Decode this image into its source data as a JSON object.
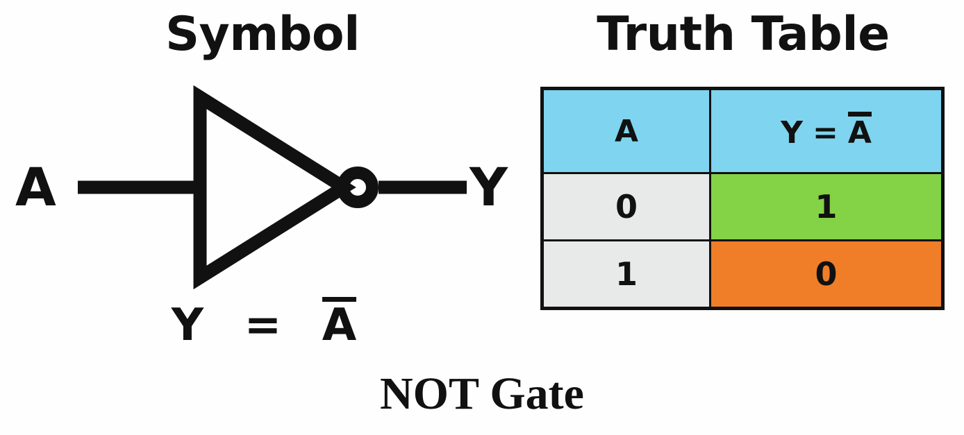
{
  "background_color": "#fefefe",
  "ink_color": "#111111",
  "titles": {
    "symbol": "Symbol",
    "truth_table": "Truth Table"
  },
  "symbol": {
    "input_label": "A",
    "output_label": "Y",
    "expression": {
      "lhs": "Y",
      "operator": "=",
      "operand": "A",
      "operand_overlined": true,
      "full_text": "Y = A̅"
    },
    "gate_shape": "triangle-with-inversion-bubble"
  },
  "truth_table": {
    "columns": [
      "A",
      "Y = A̅"
    ],
    "column_header_parts": [
      {
        "text": "A",
        "overline": false
      },
      {
        "lhs": "Y",
        "operator": "=",
        "operand": "A",
        "overline": true
      }
    ],
    "rows": [
      {
        "a": "0",
        "y": "1"
      },
      {
        "a": "1",
        "y": "0"
      }
    ],
    "colors": {
      "header_bg": "#7fd4ef",
      "input_bg": "#e8eaea",
      "output_true_bg": "#84d246",
      "output_false_bg": "#f07e28",
      "border": "#111111"
    }
  },
  "caption": "NOT Gate"
}
